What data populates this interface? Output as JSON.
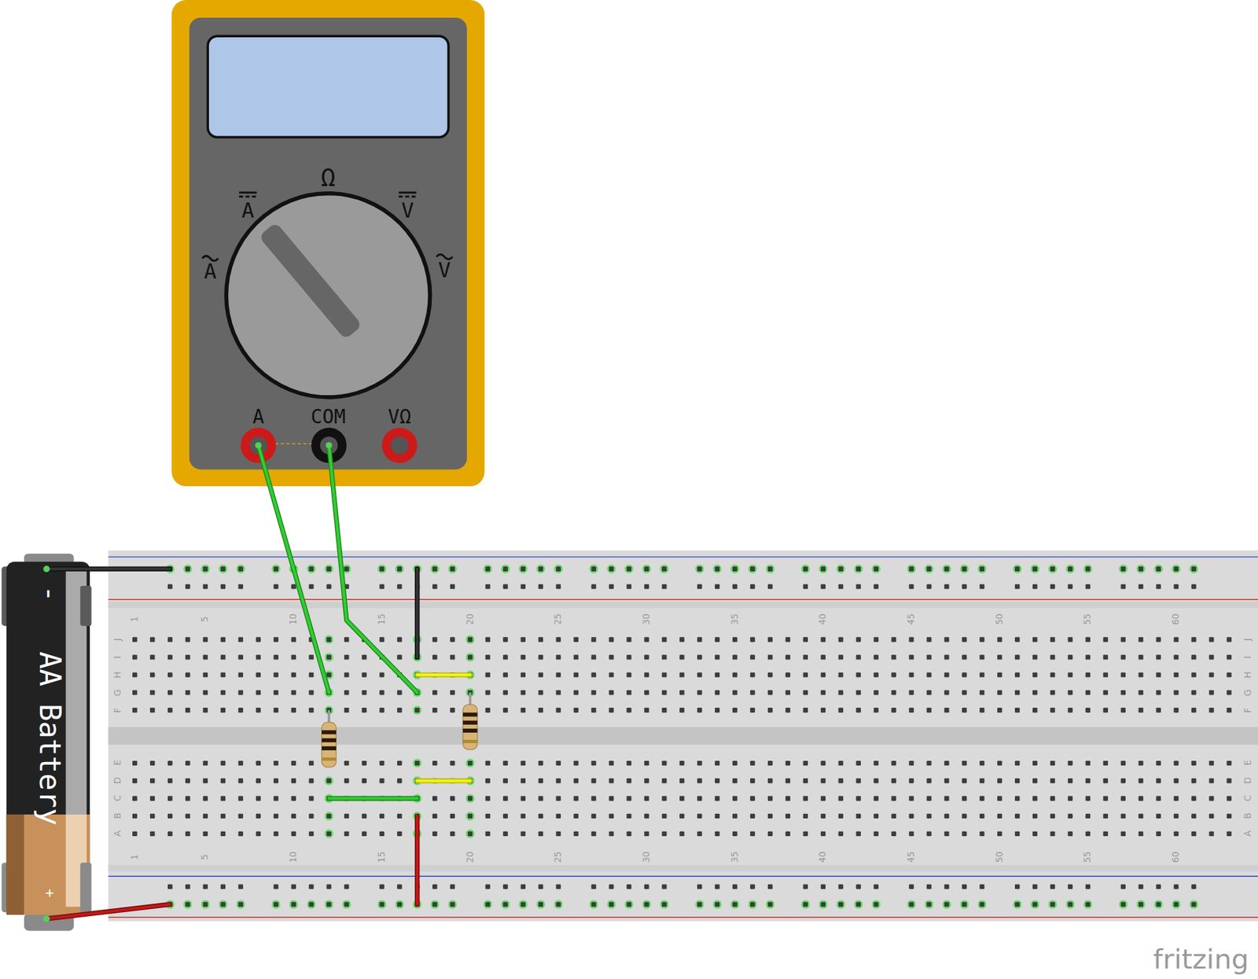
{
  "diagram": {
    "labels": [
      "Ω",
      "A",
      "V",
      "A",
      "V",
      "A",
      "COM",
      "VΩ",
      "-",
      "AA Battery",
      "+",
      "1",
      "5",
      "10",
      "15",
      "20",
      "25",
      "30",
      "35",
      "40",
      "45",
      "50",
      "55",
      "60",
      "J",
      "I",
      "H",
      "G",
      "F",
      "E",
      "D",
      "C",
      "B",
      "A",
      "J",
      "I",
      "H",
      "G",
      "F",
      "E",
      "D",
      "C",
      "B",
      "A",
      "1",
      "5",
      "10",
      "15",
      "20",
      "25",
      "30",
      "35",
      "40",
      "45",
      "50",
      "55",
      "60",
      "fritzing"
    ]
  }
}
